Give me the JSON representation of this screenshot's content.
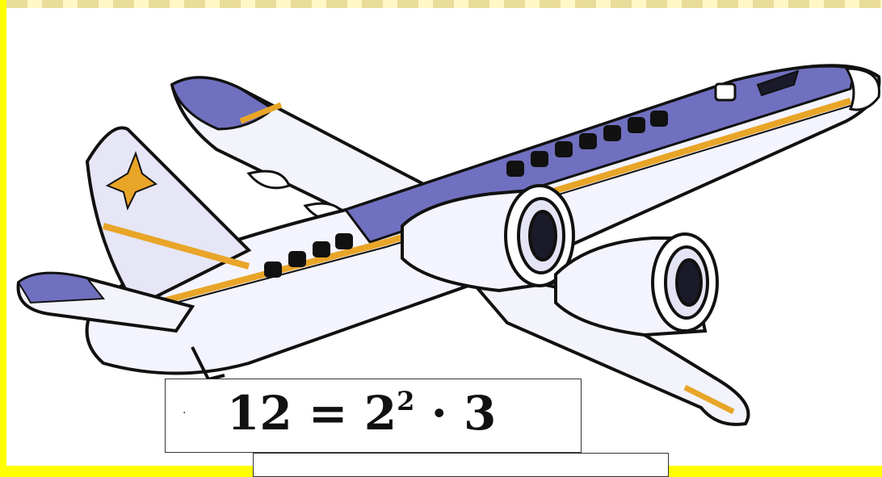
{
  "formula": {
    "lhs": "12",
    "equals": "=",
    "base": "2",
    "exponent": "2",
    "dot": "·",
    "factor": "3"
  },
  "marker": "·",
  "colors": {
    "frame": "#ffff00",
    "fuselage": "#f4f4ff",
    "accent_blue": "#6f6fbf",
    "stripe": "#e8a528",
    "outline": "#111111"
  },
  "icons": [
    "airplane-illustration"
  ]
}
